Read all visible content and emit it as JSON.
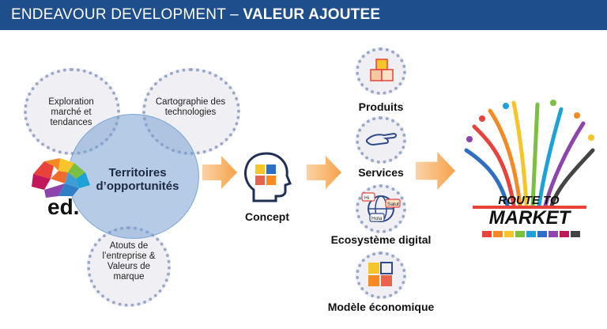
{
  "header": {
    "title_prefix": "ENDEAVOUR DEVELOPMENT – ",
    "title_bold": "VALEUR AJOUTEE"
  },
  "left": {
    "circle_exploration": "Exploration marché et tendances",
    "circle_cartographie": "Cartographie des technologies",
    "circle_atouts": "Atouts de l’entreprise & Valeurs de marque",
    "center": "Territoires d’opportunités",
    "logo_text": "ed."
  },
  "concept": {
    "label": "Concept"
  },
  "outputs": [
    {
      "label": "Produits",
      "icon": "boxes-icon"
    },
    {
      "label": "Services",
      "icon": "hand-icon"
    },
    {
      "label": "Ecosystème digital",
      "icon": "globe-chat-icon",
      "bubbles": [
        "Hi",
        "Salut",
        "Hola"
      ]
    },
    {
      "label": "Modèle économique",
      "icon": "puzzle-icon"
    }
  ],
  "market": {
    "line1": "ROUTE TO",
    "line2": "MARKET"
  },
  "colors": {
    "header": "#1f4e8c",
    "arrow": "#f5a24a",
    "circle_border": "#9aa9c9",
    "circle_fill": "#efeff4",
    "big_circle": "#7ba2d6"
  }
}
